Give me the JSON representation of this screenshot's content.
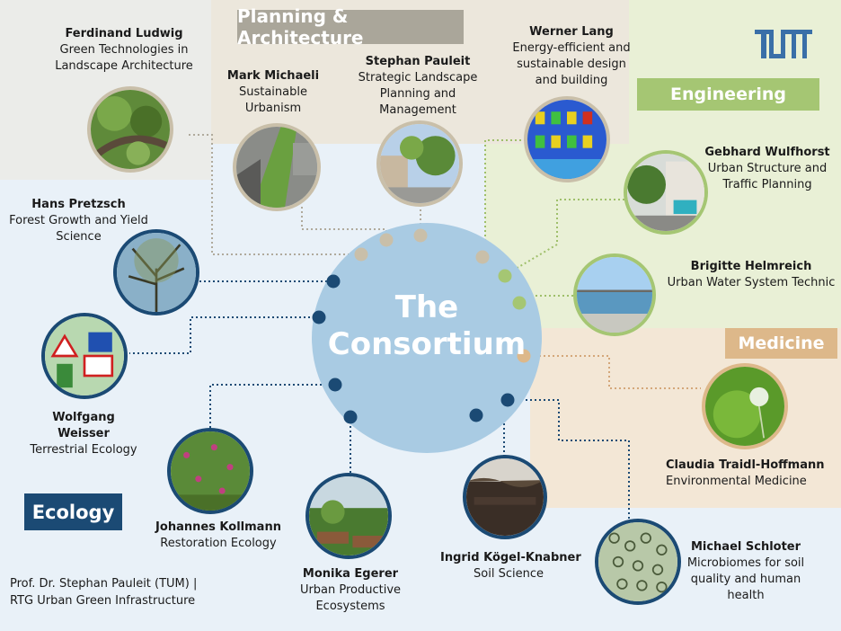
{
  "colors": {
    "ecology_bg": "#e9f1f8",
    "planning_bg": "#ece7dc",
    "engineering_bg": "#e9f0d6",
    "medicine_bg": "#f3e7d6",
    "planning_tag": "#aaa69a",
    "engineering_tag": "#a5c673",
    "medicine_tag": "#ddb88a",
    "ecology_tag": "#1b4a74",
    "center": "#a9cbe3",
    "navy_dot": "#1b4a74",
    "tan_dot": "#c9bfa9",
    "green_dot": "#a5c673",
    "peach_dot": "#ddb88a",
    "logo": "#3a6fa8"
  },
  "center": {
    "line1": "The",
    "line2": "Consortium"
  },
  "logo": {
    "text": "TUM"
  },
  "fields": {
    "planning": "Planning & Architecture",
    "engineering": "Engineering",
    "medicine": "Medicine",
    "ecology": "Ecology"
  },
  "members": [
    {
      "id": "ludwig",
      "name": "Ferdinand Ludwig",
      "lines": [
        "Green Technologies in",
        "Landscape Architecture"
      ],
      "icon": "tree-canopy-photo"
    },
    {
      "id": "michaeli",
      "name": "Mark Michaeli",
      "lines": [
        "Sustainable Urbanism"
      ],
      "icon": "green-boulevard-photo"
    },
    {
      "id": "pauleit",
      "name": "Stephan Pauleit",
      "lines": [
        "Strategic Landscape",
        "Planning and Management"
      ],
      "icon": "street-trees-photo"
    },
    {
      "id": "lang",
      "name": "Werner Lang",
      "lines": [
        "Energy-efficient and",
        "sustainable design",
        "and building"
      ],
      "icon": "thermal-facade-photo"
    },
    {
      "id": "wulfhorst",
      "name": "Gebhard Wulfhorst",
      "lines": [
        "Urban Structure and",
        "Traffic Planning"
      ],
      "icon": "green-street-photo"
    },
    {
      "id": "helmreich",
      "name": "Brigitte Helmreich",
      "lines": [
        "Urban Water System Technic"
      ],
      "icon": "water-basin-photo"
    },
    {
      "id": "traidl",
      "name": "Claudia Traidl-Hoffmann",
      "lines": [
        "Environmental Medicine"
      ],
      "icon": "dandelion-photo"
    },
    {
      "id": "schloter",
      "name": "Michael Schloter",
      "lines": [
        "Microbiomes for soil",
        "quality and human",
        "health"
      ],
      "icon": "microbes-photo"
    },
    {
      "id": "koegel",
      "name": "Ingrid Kögel-Knabner",
      "lines": [
        "Soil Science"
      ],
      "icon": "soil-profile-photo"
    },
    {
      "id": "egerer",
      "name": "Monika Egerer",
      "lines": [
        "Urban Productive",
        "Ecosystems"
      ],
      "icon": "urban-garden-photo"
    },
    {
      "id": "kollmann",
      "name": "Johannes Kollmann",
      "lines": [
        "Restoration Ecology"
      ],
      "icon": "meadow-photo"
    },
    {
      "id": "weisser",
      "name": "Wolfgang Weisser",
      "lines": [
        "Terrestrial Ecology"
      ],
      "icon": "animal-signs-photo"
    },
    {
      "id": "pretzsch",
      "name": "Hans Pretzsch",
      "lines": [
        "Forest Growth and Yield",
        "Science"
      ],
      "icon": "bare-tree-photo"
    }
  ],
  "footer": {
    "line1": "Prof. Dr. Stephan Pauleit (TUM) |",
    "line2": "RTG Urban Green Infrastructure"
  }
}
